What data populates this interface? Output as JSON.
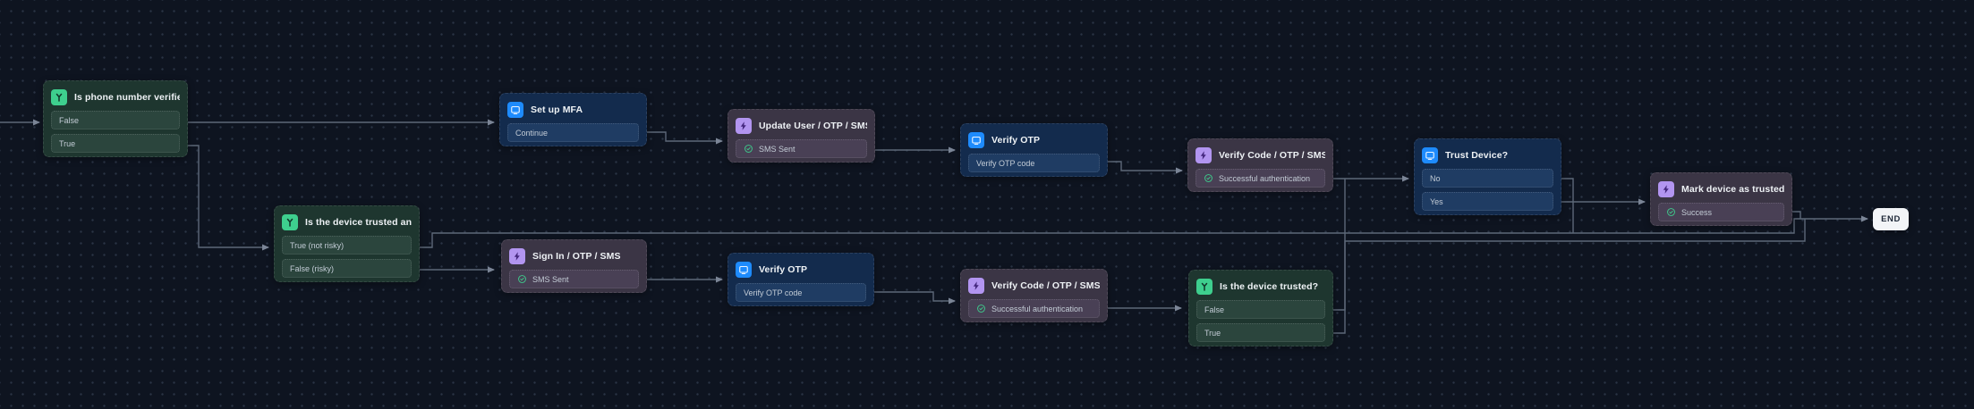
{
  "app": {
    "name": "authentication-flow-canvas"
  },
  "colors": {
    "canvas_bg": "#0e1420",
    "dot_grid": "#2a3445",
    "edge": "#5d6878",
    "condition_accent": "#3ecf8e",
    "screen_accent": "#1e8bfd",
    "action_accent": "#b295f0",
    "check": "#3ecf8e",
    "end_bg": "#f2f4f7"
  },
  "nodes": [
    {
      "id": "n1",
      "kind": "condition",
      "icon": "branch-icon",
      "title": "Is phone number verified?",
      "rows": [
        {
          "label": "False",
          "check": false
        },
        {
          "label": "True",
          "check": false
        }
      ]
    },
    {
      "id": "n2",
      "kind": "screen",
      "icon": "screen-icon",
      "title": "Set up MFA",
      "rows": [
        {
          "label": "Continue",
          "check": false
        }
      ]
    },
    {
      "id": "n3",
      "kind": "action",
      "icon": "bolt-icon",
      "title": "Update User / OTP / SMS",
      "rows": [
        {
          "label": "SMS Sent",
          "check": true
        }
      ]
    },
    {
      "id": "n4",
      "kind": "screen",
      "icon": "screen-icon",
      "title": "Verify OTP",
      "rows": [
        {
          "label": "Verify OTP code",
          "check": false
        }
      ]
    },
    {
      "id": "n5",
      "kind": "action",
      "icon": "bolt-icon",
      "title": "Verify Code / OTP / SMS",
      "rows": [
        {
          "label": "Successful authentication",
          "check": true
        }
      ]
    },
    {
      "id": "n6",
      "kind": "screen",
      "icon": "screen-icon",
      "title": "Trust Device?",
      "rows": [
        {
          "label": "No",
          "check": false
        },
        {
          "label": "Yes",
          "check": false
        }
      ]
    },
    {
      "id": "n7",
      "kind": "action",
      "icon": "bolt-icon",
      "title": "Mark device as trusted",
      "rows": [
        {
          "label": "Success",
          "check": true
        }
      ]
    },
    {
      "id": "n8",
      "kind": "end",
      "icon": "",
      "title": "END",
      "rows": []
    },
    {
      "id": "n9",
      "kind": "condition",
      "icon": "branch-icon",
      "title": "Is the device trusted and no imp...",
      "rows": [
        {
          "label": "True (not risky)",
          "check": false
        },
        {
          "label": "False (risky)",
          "check": false
        }
      ]
    },
    {
      "id": "n10",
      "kind": "action",
      "icon": "bolt-icon",
      "title": "Sign In / OTP / SMS",
      "rows": [
        {
          "label": "SMS Sent",
          "check": true
        }
      ]
    },
    {
      "id": "n11",
      "kind": "screen",
      "icon": "screen-icon",
      "title": "Verify OTP",
      "rows": [
        {
          "label": "Verify OTP code",
          "check": false
        }
      ]
    },
    {
      "id": "n12",
      "kind": "action",
      "icon": "bolt-icon",
      "title": "Verify Code / OTP / SMS",
      "rows": [
        {
          "label": "Successful authentication",
          "check": true
        }
      ]
    },
    {
      "id": "n13",
      "kind": "condition",
      "icon": "branch-icon",
      "title": "Is the device trusted?",
      "rows": [
        {
          "label": "False",
          "check": false
        },
        {
          "label": "True",
          "check": false
        }
      ]
    }
  ],
  "edges": [
    {
      "from": "start",
      "branch": "",
      "to": "n1"
    },
    {
      "from": "n1",
      "branch": "False",
      "to": "n2"
    },
    {
      "from": "n1",
      "branch": "True",
      "to": "n9"
    },
    {
      "from": "n2",
      "branch": "Continue",
      "to": "n3"
    },
    {
      "from": "n3",
      "branch": "SMS Sent",
      "to": "n4"
    },
    {
      "from": "n4",
      "branch": "Verify OTP code",
      "to": "n5"
    },
    {
      "from": "n5",
      "branch": "Successful authentication",
      "to": "n6"
    },
    {
      "from": "n6",
      "branch": "No",
      "to": "n8"
    },
    {
      "from": "n6",
      "branch": "Yes",
      "to": "n7"
    },
    {
      "from": "n7",
      "branch": "Success",
      "to": "n8"
    },
    {
      "from": "n9",
      "branch": "True (not risky)",
      "to": "n8"
    },
    {
      "from": "n9",
      "branch": "False (risky)",
      "to": "n10"
    },
    {
      "from": "n10",
      "branch": "SMS Sent",
      "to": "n11"
    },
    {
      "from": "n11",
      "branch": "Verify OTP code",
      "to": "n12"
    },
    {
      "from": "n12",
      "branch": "Successful authentication",
      "to": "n13"
    },
    {
      "from": "n13",
      "branch": "False",
      "to": "n6"
    },
    {
      "from": "n13",
      "branch": "True",
      "to": "n8"
    }
  ]
}
